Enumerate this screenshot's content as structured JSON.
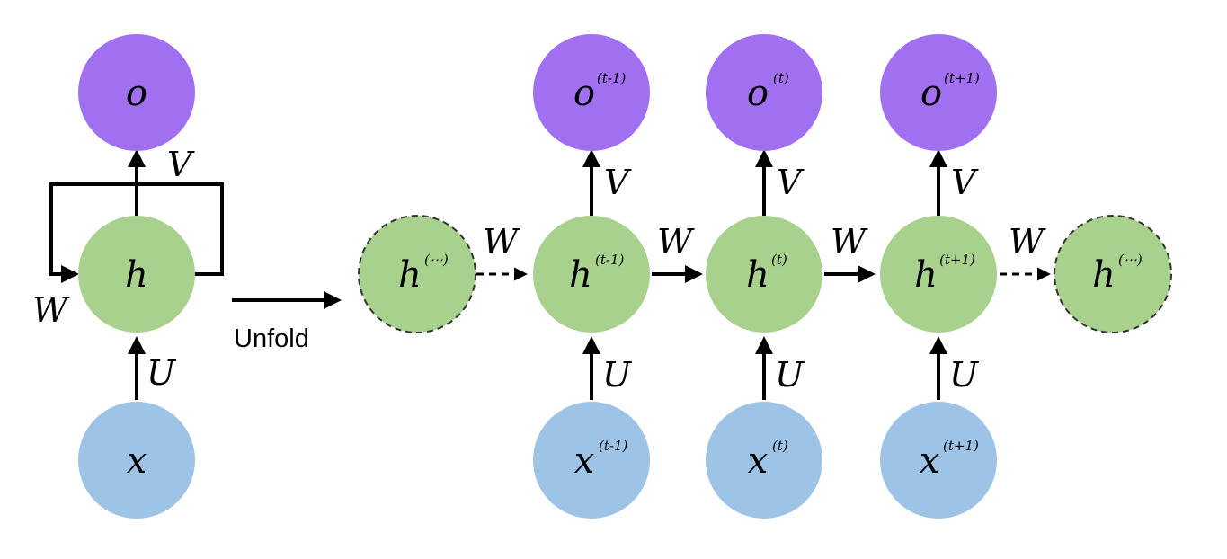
{
  "colors": {
    "output_node": "#a070f0",
    "hidden_node": "#a9d18e",
    "input_node": "#9dc3e6",
    "arrow": "#000000",
    "dashed_border": "#333333"
  },
  "folded": {
    "output": {
      "base": "o",
      "sup": ""
    },
    "hidden": {
      "base": "h",
      "sup": ""
    },
    "input": {
      "base": "x",
      "sup": ""
    },
    "weight_v": "V",
    "weight_w": "W",
    "weight_u": "U"
  },
  "unfold_label": "Unfold",
  "unrolled": {
    "edge_hidden_prev": {
      "base": "h",
      "sup": "(⋯)"
    },
    "edge_hidden_next": {
      "base": "h",
      "sup": "(⋯)"
    },
    "steps": [
      {
        "output": {
          "base": "o",
          "sup": "(t-1)"
        },
        "hidden": {
          "base": "h",
          "sup": "(t-1)"
        },
        "input": {
          "base": "x",
          "sup": "(t-1)"
        },
        "weight_v": "V",
        "weight_u": "U"
      },
      {
        "output": {
          "base": "o",
          "sup": "(t)"
        },
        "hidden": {
          "base": "h",
          "sup": "(t)"
        },
        "input": {
          "base": "x",
          "sup": "(t)"
        },
        "weight_v": "V",
        "weight_u": "U"
      },
      {
        "output": {
          "base": "o",
          "sup": "(t+1)"
        },
        "hidden": {
          "base": "h",
          "sup": "(t+1)"
        },
        "input": {
          "base": "x",
          "sup": "(t+1)"
        },
        "weight_v": "V",
        "weight_u": "U"
      }
    ],
    "weight_w_labels": [
      "W",
      "W",
      "W",
      "W"
    ]
  }
}
